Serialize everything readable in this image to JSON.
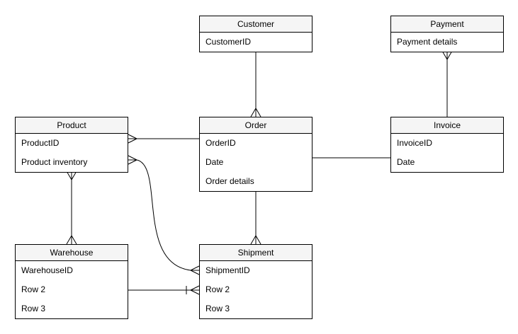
{
  "diagram": {
    "type": "entity-relationship",
    "colors": {
      "canvas_bg": "#ffffff",
      "entity_header_bg": "#f5f5f5",
      "entity_body_bg": "#ffffff",
      "border": "#000000",
      "line": "#000000",
      "text": "#000000"
    },
    "entities": [
      {
        "name": "Customer",
        "rows": [
          "CustomerID"
        ]
      },
      {
        "name": "Payment",
        "rows": [
          "Payment details"
        ]
      },
      {
        "name": "Product",
        "rows": [
          "ProductID",
          "Product inventory"
        ]
      },
      {
        "name": "Order",
        "rows": [
          "OrderID",
          "Date",
          "Order details"
        ]
      },
      {
        "name": "Invoice",
        "rows": [
          "InvoiceID",
          "Date"
        ]
      },
      {
        "name": "Warehouse",
        "rows": [
          "WarehouseID",
          "Row 2",
          "Row 3"
        ]
      },
      {
        "name": "Shipment",
        "rows": [
          "ShipmentID",
          "Row 2",
          "Row 3"
        ]
      }
    ],
    "relationships": [
      {
        "from": "Customer",
        "to": "Order",
        "marker_at_from": "none",
        "marker_at_to": "many",
        "style": "straight"
      },
      {
        "from": "Invoice",
        "to": "Payment",
        "marker_at_from": "none",
        "marker_at_to": "many",
        "style": "straight"
      },
      {
        "from": "Order",
        "to": "Product",
        "marker_at_from": "none",
        "marker_at_to": "many",
        "style": "straight"
      },
      {
        "from": "Order",
        "to": "Invoice",
        "marker_at_from": "none",
        "marker_at_to": "none",
        "style": "straight"
      },
      {
        "from": "Order",
        "to": "Shipment",
        "marker_at_from": "none",
        "marker_at_to": "many",
        "style": "straight"
      },
      {
        "from": "Product",
        "to": "Warehouse",
        "marker_at_from": "many",
        "marker_at_to": "many",
        "style": "straight"
      },
      {
        "from": "Warehouse",
        "to": "Shipment",
        "marker_at_from": "none",
        "marker_at_to": "one-many",
        "style": "straight"
      },
      {
        "from": "Product",
        "to": "Shipment",
        "marker_at_from": "many",
        "marker_at_to": "many",
        "style": "curved"
      }
    ]
  }
}
